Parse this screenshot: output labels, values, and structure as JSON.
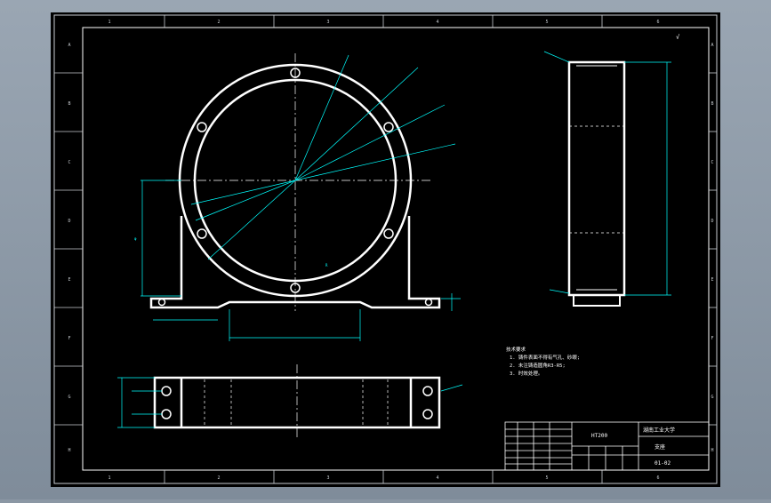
{
  "drawing": {
    "colors": {
      "background": "#000000",
      "outline": "#ffffff",
      "dimension": "#00ffff",
      "frame_outer": "#a0a8b0"
    },
    "column_markers": [
      "1",
      "2",
      "3",
      "4",
      "5",
      "6"
    ],
    "row_markers": [
      "A",
      "B",
      "C",
      "D",
      "E",
      "F",
      "G",
      "H"
    ],
    "notes": {
      "title": "技术要求",
      "lines": [
        "1. 铸件表面不得有气孔、砂眼;",
        "2. 未注铸造圆角R3-R5;",
        "3. 时效处理。"
      ]
    },
    "roughness_symbol": "√",
    "title_block": {
      "material": "HT200",
      "school": "湖南工业大学",
      "part_name": "支座",
      "drawing_no": "01-02"
    }
  }
}
